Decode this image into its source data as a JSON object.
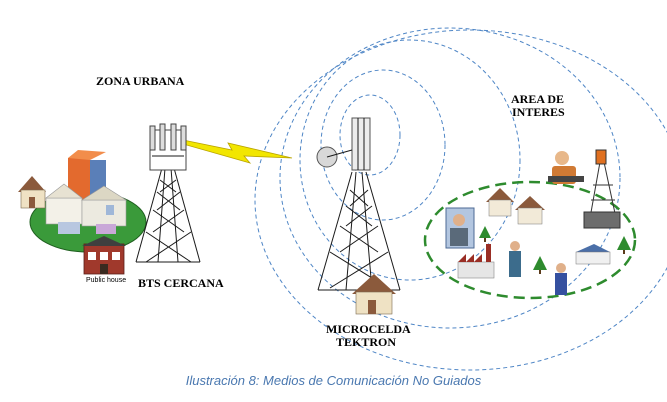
{
  "labels": {
    "zona_urbana": "ZONA URBANA",
    "area_interes_1": "AREA DE",
    "area_interes_2": "INTERES",
    "bts_cercana": "BTS CERCANA",
    "microcelda_1": "MICROCELDA",
    "microcelda_2": "TEKTRON",
    "public_house": "Public house"
  },
  "caption": "Ilustración 8: Medios de Comunicación No Guiados",
  "colors": {
    "signal_rings": "#4f86c6",
    "interest_ellipse": "#2e8b2e",
    "city_base": "#3a9a3a",
    "lightning": "#f2e600",
    "caption": "#4a78b0"
  }
}
